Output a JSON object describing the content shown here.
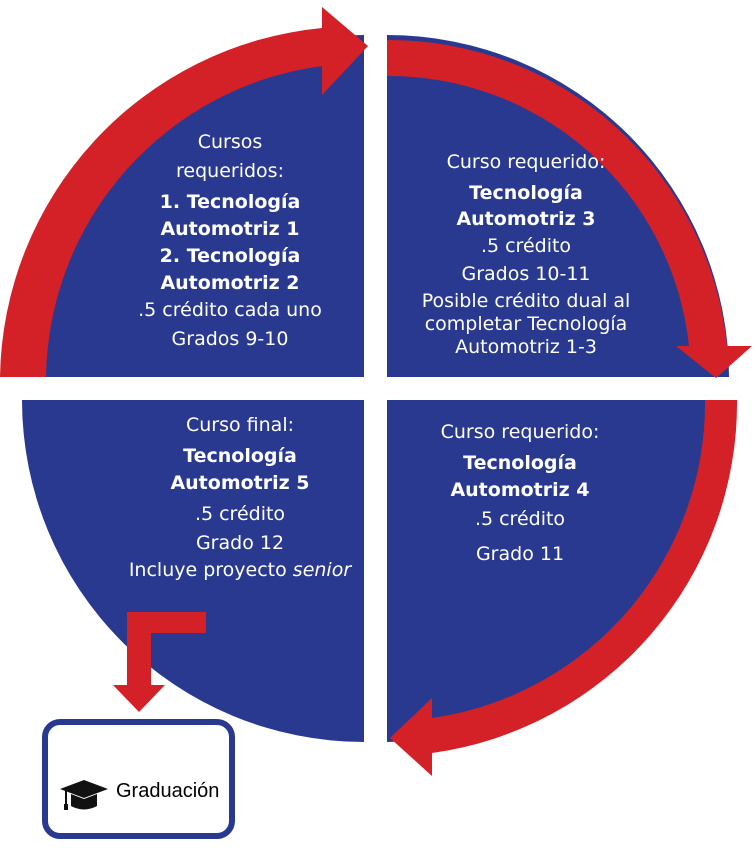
{
  "colors": {
    "quadrant": "#2a3990",
    "arrow": "#d42027",
    "box_border": "#2a3990"
  },
  "quadrants": {
    "top_left": {
      "lines": [
        "Cursos",
        "requeridos:",
        "1. Tecnología",
        "Automotriz 1",
        "2. Tecnología",
        "Automotriz 2",
        ".5 crédito cada uno",
        "Grados 9-10"
      ]
    },
    "top_right": {
      "lines": [
        "Curso requerido:",
        "Tecnología",
        "Automotriz 3",
        ".5 crédito",
        "Grados 10-11",
        "Posible crédito dual al",
        "completar Tecnología",
        "Automotriz 1-3"
      ]
    },
    "bottom_right": {
      "lines": [
        "Curso requerido:",
        "Tecnología",
        "Automotriz 4",
        ".5 crédito",
        "Grado 11"
      ]
    },
    "bottom_left": {
      "lines": [
        "Curso final:",
        "Tecnología",
        "Automotriz 5",
        ".5 crédito",
        "Grado 12",
        "Incluye proyecto",
        "senior"
      ]
    }
  },
  "graduation": {
    "label": "Graduación",
    "icon": "graduation-cap-icon"
  }
}
